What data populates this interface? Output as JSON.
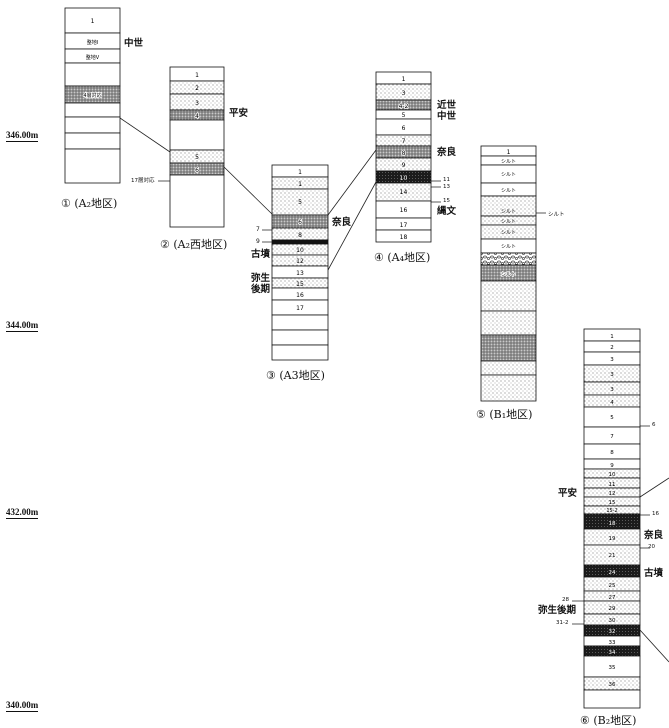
{
  "elevations": [
    {
      "label": "346.00m"
    },
    {
      "label": "344.00m"
    },
    {
      "label": "432.00m"
    },
    {
      "label": "340.00m"
    }
  ],
  "columns": [
    {
      "id": "c1",
      "caption": "① (A₂地区)",
      "layers": [
        {
          "label": "1",
          "fill": "white"
        },
        {
          "label": "整地Ⅰ",
          "fill": "white"
        },
        {
          "label": "整地Ⅴ",
          "fill": "white"
        },
        {
          "label": "",
          "fill": "white"
        },
        {
          "label": "4層対応",
          "fill": "gray"
        },
        {
          "label": "",
          "fill": "white"
        },
        {
          "label": "",
          "fill": "white"
        },
        {
          "label": "",
          "fill": "white"
        },
        {
          "label": "",
          "fill": "white"
        }
      ],
      "side_labels": [],
      "eras": [
        {
          "text": "中世"
        }
      ]
    },
    {
      "id": "c2",
      "caption": "② (A₂西地区)",
      "layers": [
        {
          "label": "1",
          "fill": "white"
        },
        {
          "label": "2",
          "fill": "dot"
        },
        {
          "label": "3",
          "fill": "dot"
        },
        {
          "label": "4",
          "fill": "gray"
        },
        {
          "label": "",
          "fill": "white"
        },
        {
          "label": "5",
          "fill": "dot"
        },
        {
          "label": "6",
          "fill": "gray"
        },
        {
          "label": "",
          "fill": "white"
        }
      ],
      "side_labels": [
        {
          "text": "17層対応"
        }
      ],
      "eras": [
        {
          "text": "平安"
        }
      ]
    },
    {
      "id": "c3",
      "caption": "③ (A3地区)",
      "layers": [
        {
          "label": "1",
          "fill": "white"
        },
        {
          "label": "1",
          "fill": "dot"
        },
        {
          "label": "5",
          "fill": "dot"
        },
        {
          "label": "6",
          "fill": "gray"
        },
        {
          "label": "8",
          "fill": "dot"
        },
        {
          "label": "10",
          "fill": "dot"
        },
        {
          "label": "12",
          "fill": "dot"
        },
        {
          "label": "13",
          "fill": "white"
        },
        {
          "label": "15",
          "fill": "dot"
        },
        {
          "label": "16",
          "fill": "white"
        },
        {
          "label": "17",
          "fill": "white"
        },
        {
          "label": "",
          "fill": "white"
        },
        {
          "label": "",
          "fill": "white"
        },
        {
          "label": "",
          "fill": "white"
        }
      ],
      "side_labels": [
        {
          "text": "7"
        },
        {
          "text": "9"
        }
      ],
      "eras": [
        {
          "text": "奈良"
        },
        {
          "text": "古墳"
        },
        {
          "text": "弥生"
        },
        {
          "text": "後期"
        }
      ]
    },
    {
      "id": "c4",
      "caption": "④ (A₄地区)",
      "layers": [
        {
          "label": "1",
          "fill": "white"
        },
        {
          "label": "3",
          "fill": "dot"
        },
        {
          "label": "4-2",
          "fill": "gray"
        },
        {
          "label": "5",
          "fill": "white"
        },
        {
          "label": "6",
          "fill": "white"
        },
        {
          "label": "7",
          "fill": "dot"
        },
        {
          "label": "8",
          "fill": "gray"
        },
        {
          "label": "9",
          "fill": "dot"
        },
        {
          "label": "10",
          "fill": "dark"
        },
        {
          "label": "14",
          "fill": "dot"
        },
        {
          "label": "16",
          "fill": "white"
        },
        {
          "label": "17",
          "fill": "white"
        },
        {
          "label": "18",
          "fill": "white"
        }
      ],
      "side_labels": [
        {
          "text": "11"
        },
        {
          "text": "13"
        },
        {
          "text": "15"
        }
      ],
      "eras": [
        {
          "text": "近世"
        },
        {
          "text": "中世"
        },
        {
          "text": "奈良"
        },
        {
          "text": "縄文"
        }
      ]
    },
    {
      "id": "c5",
      "caption": "⑤ (B₁地区)",
      "layers": [
        {
          "label": "1",
          "fill": "white"
        },
        {
          "label": "シルト",
          "fill": "white"
        },
        {
          "label": "シルト",
          "fill": "white"
        },
        {
          "label": "シルト",
          "fill": "white"
        },
        {
          "label": "シルト",
          "fill": "white"
        },
        {
          "label": "シルト",
          "fill": "white"
        },
        {
          "label": "シルト",
          "fill": "white"
        },
        {
          "label": "シルト",
          "fill": "white"
        },
        {
          "label": "",
          "fill": "pebble"
        },
        {
          "label": "シルト",
          "fill": "gray"
        },
        {
          "label": "",
          "fill": "dot"
        },
        {
          "label": "",
          "fill": "dot"
        },
        {
          "label": "",
          "fill": "gray"
        },
        {
          "label": "",
          "fill": "dot"
        },
        {
          "label": "",
          "fill": "dot"
        }
      ],
      "side_labels": [
        {
          "text": "シルト"
        }
      ],
      "eras": []
    },
    {
      "id": "c6",
      "caption": "⑥ (B₂地区)",
      "layers": [
        {
          "label": "1",
          "fill": "white"
        },
        {
          "label": "2",
          "fill": "white"
        },
        {
          "label": "3",
          "fill": "white"
        },
        {
          "label": "3",
          "fill": "dot"
        },
        {
          "label": "3",
          "fill": "dot"
        },
        {
          "label": "4",
          "fill": "dot"
        },
        {
          "label": "5",
          "fill": "white"
        },
        {
          "label": "7",
          "fill": "white"
        },
        {
          "label": "8",
          "fill": "white"
        },
        {
          "label": "9",
          "fill": "white"
        },
        {
          "label": "10",
          "fill": "dot"
        },
        {
          "label": "11",
          "fill": "dot"
        },
        {
          "label": "12",
          "fill": "dot"
        },
        {
          "label": "15",
          "fill": "dot"
        },
        {
          "label": "15-2",
          "fill": "dot"
        },
        {
          "label": "18",
          "fill": "dark"
        },
        {
          "label": "19",
          "fill": "dot"
        },
        {
          "label": "21",
          "fill": "dot"
        },
        {
          "label": "24",
          "fill": "dark"
        },
        {
          "label": "25",
          "fill": "dot"
        },
        {
          "label": "27",
          "fill": "dot"
        },
        {
          "label": "29",
          "fill": "dot"
        },
        {
          "label": "30",
          "fill": "dot"
        },
        {
          "label": "32",
          "fill": "dark"
        },
        {
          "label": "33",
          "fill": "white"
        },
        {
          "label": "34",
          "fill": "dark"
        },
        {
          "label": "35",
          "fill": "white"
        },
        {
          "label": "36",
          "fill": "dot"
        }
      ],
      "side_labels": [
        {
          "text": "6"
        },
        {
          "text": "16"
        },
        {
          "text": "20"
        },
        {
          "text": "28"
        },
        {
          "text": "31-2"
        }
      ],
      "eras": [
        {
          "text": "平安"
        },
        {
          "text": "奈良"
        },
        {
          "text": "古墳"
        },
        {
          "text": "弥生後期"
        }
      ]
    }
  ]
}
